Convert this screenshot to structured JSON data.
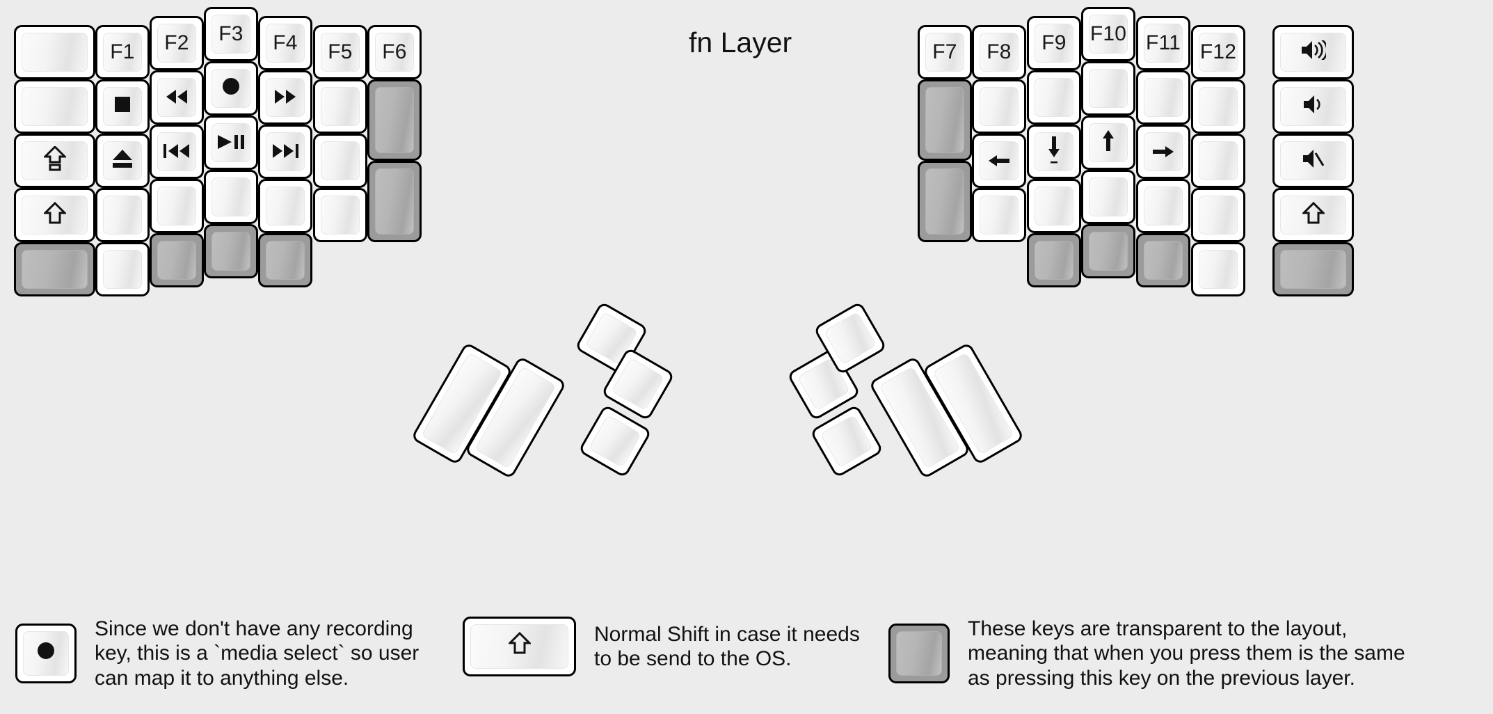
{
  "title": "fn Layer",
  "colors": {
    "background": "#ececec",
    "key_face": "#ffffff",
    "key_outline": "#000000",
    "transparent_key": "#9b9b9b"
  },
  "icons": {
    "record": "●",
    "stop": "■",
    "eject": "⏏",
    "rewind": "◀◀",
    "fast_forward": "▶▶",
    "prev_track": "⏮",
    "play_pause": "⏯",
    "next_track": "⏭",
    "caps_lock": "⇪",
    "shift": "⇧",
    "arrow_left": "←",
    "arrow_down": "↓",
    "arrow_up": "↑",
    "arrow_right": "→",
    "volume_up": "🔊",
    "volume_down": "🔉",
    "mute": "🔇"
  },
  "left_half": {
    "columns": [
      {
        "name": "col-outer",
        "keys": [
          {
            "label": "",
            "icon": "",
            "type": "normal"
          },
          {
            "label": "",
            "icon": "",
            "type": "normal"
          },
          {
            "label": "",
            "icon": "caps_lock",
            "type": "normal"
          },
          {
            "label": "",
            "icon": "shift",
            "type": "normal"
          },
          {
            "label": "",
            "icon": "",
            "type": "transparent"
          }
        ]
      },
      {
        "name": "col-f1",
        "keys": [
          {
            "label": "F1",
            "icon": "",
            "type": "normal"
          },
          {
            "label": "",
            "icon": "stop",
            "type": "normal"
          },
          {
            "label": "",
            "icon": "eject",
            "type": "normal"
          },
          {
            "label": "",
            "icon": "",
            "type": "normal"
          },
          {
            "label": "",
            "icon": "",
            "type": "normal"
          }
        ]
      },
      {
        "name": "col-f2",
        "keys": [
          {
            "label": "F2",
            "icon": "",
            "type": "normal"
          },
          {
            "label": "",
            "icon": "rewind",
            "type": "normal"
          },
          {
            "label": "",
            "icon": "prev_track",
            "type": "normal"
          },
          {
            "label": "",
            "icon": "",
            "type": "normal"
          },
          {
            "label": "",
            "icon": "",
            "type": "transparent"
          }
        ]
      },
      {
        "name": "col-f3",
        "keys": [
          {
            "label": "F3",
            "icon": "",
            "type": "normal"
          },
          {
            "label": "",
            "icon": "record",
            "type": "normal"
          },
          {
            "label": "",
            "icon": "play_pause",
            "type": "normal"
          },
          {
            "label": "",
            "icon": "",
            "type": "normal"
          },
          {
            "label": "",
            "icon": "",
            "type": "transparent"
          }
        ]
      },
      {
        "name": "col-f4",
        "keys": [
          {
            "label": "F4",
            "icon": "",
            "type": "normal"
          },
          {
            "label": "",
            "icon": "fast_forward",
            "type": "normal"
          },
          {
            "label": "",
            "icon": "next_track",
            "type": "normal"
          },
          {
            "label": "",
            "icon": "",
            "type": "normal"
          },
          {
            "label": "",
            "icon": "",
            "type": "transparent"
          }
        ]
      },
      {
        "name": "col-f5",
        "keys": [
          {
            "label": "F5",
            "icon": "",
            "type": "normal"
          },
          {
            "label": "",
            "icon": "",
            "type": "normal"
          },
          {
            "label": "",
            "icon": "",
            "type": "normal"
          },
          {
            "label": "",
            "icon": "",
            "type": "normal"
          }
        ]
      },
      {
        "name": "col-f6",
        "keys": [
          {
            "label": "F6",
            "icon": "",
            "type": "normal"
          },
          {
            "label": "",
            "icon": "",
            "type": "transparent-tall"
          },
          {
            "label": "",
            "icon": "",
            "type": "transparent-tall"
          }
        ]
      }
    ],
    "thumb_cluster_count": 5
  },
  "right_half": {
    "columns": [
      {
        "name": "col-f7",
        "keys": [
          {
            "label": "F7",
            "icon": "",
            "type": "normal"
          },
          {
            "label": "",
            "icon": "",
            "type": "transparent-tall"
          },
          {
            "label": "",
            "icon": "",
            "type": "transparent-tall"
          }
        ]
      },
      {
        "name": "col-f8",
        "keys": [
          {
            "label": "F8",
            "icon": "",
            "type": "normal"
          },
          {
            "label": "",
            "icon": "",
            "type": "normal"
          },
          {
            "label": "",
            "icon": "arrow_left",
            "type": "normal"
          },
          {
            "label": "",
            "icon": "",
            "type": "normal"
          }
        ]
      },
      {
        "name": "col-f9",
        "keys": [
          {
            "label": "F9",
            "icon": "",
            "type": "normal"
          },
          {
            "label": "",
            "icon": "",
            "type": "normal"
          },
          {
            "label": "",
            "icon": "arrow_down",
            "type": "normal"
          },
          {
            "label": "",
            "icon": "",
            "type": "normal"
          },
          {
            "label": "",
            "icon": "",
            "type": "transparent"
          }
        ]
      },
      {
        "name": "col-f10",
        "keys": [
          {
            "label": "F10",
            "icon": "",
            "type": "normal"
          },
          {
            "label": "",
            "icon": "",
            "type": "normal"
          },
          {
            "label": "",
            "icon": "arrow_up",
            "type": "normal"
          },
          {
            "label": "",
            "icon": "",
            "type": "normal"
          },
          {
            "label": "",
            "icon": "",
            "type": "transparent"
          }
        ]
      },
      {
        "name": "col-f11",
        "keys": [
          {
            "label": "F11",
            "icon": "",
            "type": "normal"
          },
          {
            "label": "",
            "icon": "",
            "type": "normal"
          },
          {
            "label": "",
            "icon": "arrow_right",
            "type": "normal"
          },
          {
            "label": "",
            "icon": "",
            "type": "normal"
          },
          {
            "label": "",
            "icon": "",
            "type": "transparent"
          }
        ]
      },
      {
        "name": "col-f12",
        "keys": [
          {
            "label": "F12",
            "icon": "",
            "type": "normal"
          },
          {
            "label": "",
            "icon": "",
            "type": "normal"
          },
          {
            "label": "",
            "icon": "",
            "type": "normal"
          },
          {
            "label": "",
            "icon": "",
            "type": "normal"
          },
          {
            "label": "",
            "icon": "",
            "type": "normal"
          }
        ]
      },
      {
        "name": "col-outer",
        "keys": [
          {
            "label": "",
            "icon": "volume_up",
            "type": "normal"
          },
          {
            "label": "",
            "icon": "volume_down",
            "type": "normal"
          },
          {
            "label": "",
            "icon": "mute",
            "type": "normal"
          },
          {
            "label": "",
            "icon": "shift",
            "type": "normal"
          },
          {
            "label": "",
            "icon": "",
            "type": "transparent"
          }
        ]
      }
    ],
    "thumb_cluster_count": 5
  },
  "legend": [
    {
      "key_icon": "record",
      "key_type": "normal",
      "text": "Since we don't have any recording\nkey, this is a `media select` so user\ncan map it to anything else."
    },
    {
      "key_icon": "shift",
      "key_type": "normal",
      "text": "Normal Shift in case it needs\nto be send to the OS."
    },
    {
      "key_icon": "",
      "key_type": "transparent",
      "text": "These keys are transparent to the layout,\nmeaning that when you press them is the same\nas pressing this key on the previous layer."
    }
  ]
}
